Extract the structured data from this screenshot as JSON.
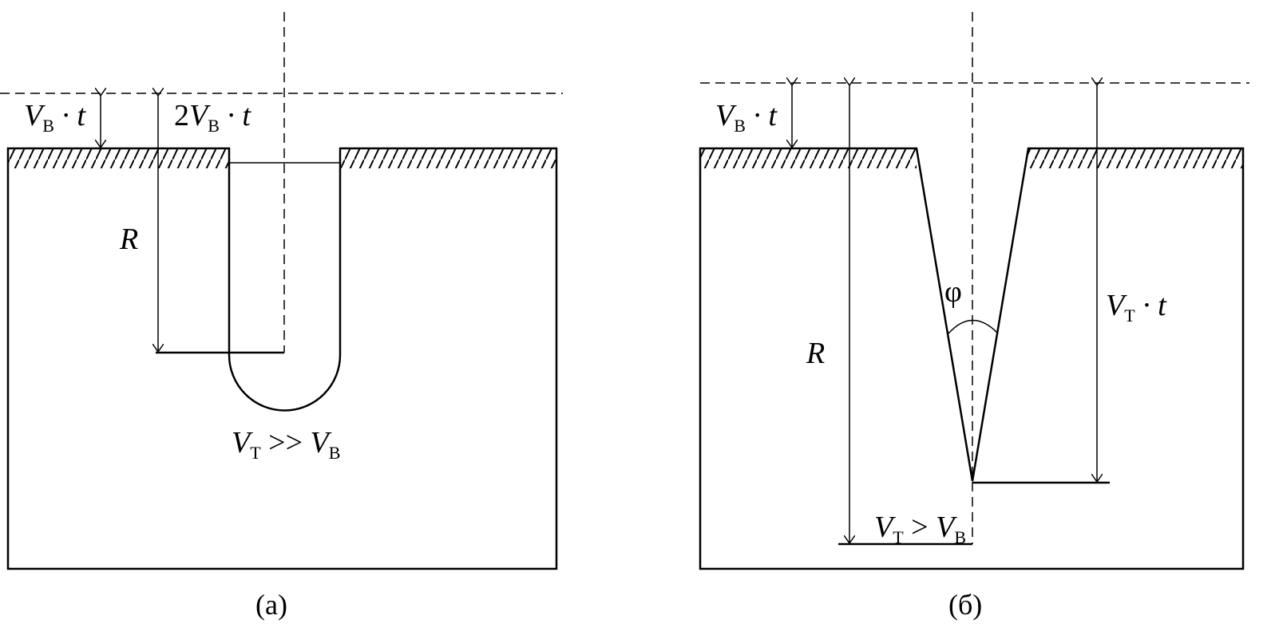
{
  "panel_a": {
    "label_top_small": {
      "v": "V",
      "sub": "В",
      "rest": " · t"
    },
    "label_top_double": {
      "pre": "2",
      "v": "V",
      "sub": "В",
      "rest": " · t"
    },
    "label_radius": "R",
    "condition": {
      "v1": "V",
      "s1": "Т",
      "op": " >> ",
      "v2": "V",
      "s2": "В"
    },
    "caption": "(а)"
  },
  "panel_b": {
    "label_top_small": {
      "v": "V",
      "sub": "В",
      "rest": " · t"
    },
    "angle": "φ",
    "label_depth": {
      "v": "V",
      "sub": "Т",
      "rest": " · t"
    },
    "label_radius": "R",
    "condition": {
      "v1": "V",
      "s1": "Т",
      "op": " > ",
      "v2": "V",
      "s2": "В"
    },
    "caption": "(б)"
  }
}
